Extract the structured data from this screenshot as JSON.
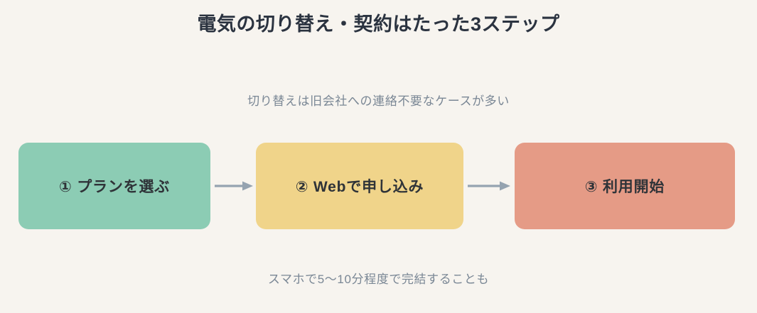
{
  "header": {
    "title": "電気の切り替え・契約はたった3ステップ"
  },
  "subtitle": "切り替えは旧会社への連絡不要なケースが多い",
  "caption": "スマホで5〜10分程度で完結することも",
  "colors": {
    "background": "#f7f4ef",
    "title_text": "#2b3340",
    "note_text": "#7a8795",
    "step_text": "#2f3338",
    "step_1_fill": "#8cccb4",
    "step_2_fill": "#f0d48a",
    "step_3_fill": "#e59b86",
    "arrow": "#95a3b0"
  },
  "flow": {
    "steps": [
      {
        "label": "① プランを選ぶ"
      },
      {
        "label": "② Webで申し込み"
      },
      {
        "label": "③ 利用開始"
      }
    ],
    "connectors": [
      {
        "name": "arrow-step1-to-step2"
      },
      {
        "name": "arrow-step2-to-step3"
      }
    ]
  }
}
